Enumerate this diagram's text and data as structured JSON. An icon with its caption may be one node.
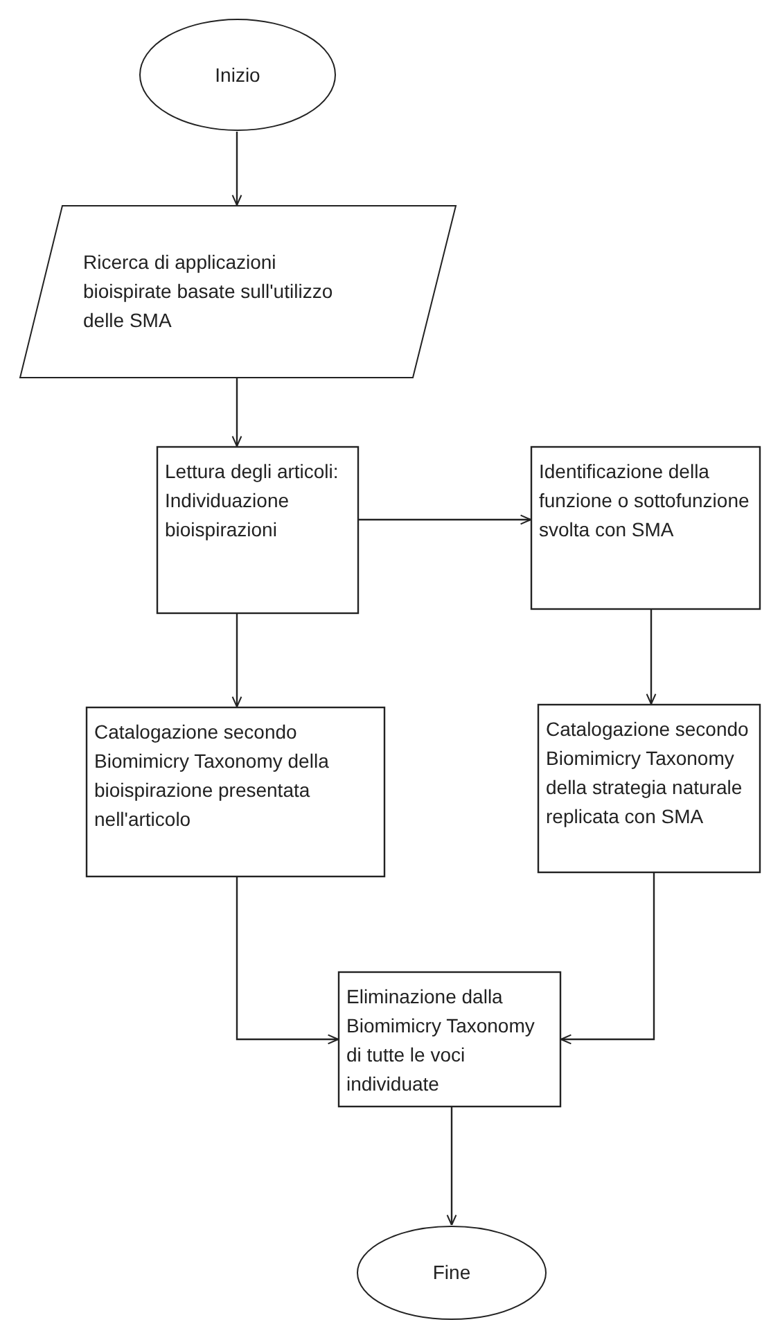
{
  "diagram": {
    "nodes": [
      {
        "text": [
          "Inizio"
        ]
      },
      {
        "text": [
          "Ricerca di applicazioni bioispirate basate sull'utilizzo delle SMA"
        ]
      },
      {
        "text": [
          "Lettura degli articoli: Individuazione bioispirazioni"
        ]
      },
      {
        "text": [
          "Identificazione della funzione o sottofunzione svolta con SMA"
        ]
      },
      {
        "text": [
          "Catalogazione secondo Biomimicry Taxonomy della bioispirazione presentata nell'articolo"
        ]
      },
      {
        "text": [
          "Catalogazione secondo Biomimicry Taxonomy della strategia naturale replicata con SMA"
        ]
      },
      {
        "text": [
          "Eliminazione dalla Biomimicry Taxonomy di tutte le voci individuate"
        ]
      },
      {
        "text": [
          "Fine"
        ]
      }
    ],
    "edges": [
      {
        "from": 0,
        "to": 1,
        "arrow": "to"
      },
      {
        "from": 1,
        "to": 2,
        "arrow": "to"
      },
      {
        "from": 2,
        "to": 3,
        "arrow": "to"
      },
      {
        "from": 2,
        "to": 4,
        "arrow": "to"
      },
      {
        "from": 3,
        "to": 5,
        "arrow": "to"
      },
      {
        "from": 4,
        "to": 6,
        "arrow": "to"
      },
      {
        "from": 5,
        "to": 6,
        "arrow": "to"
      },
      {
        "from": 6,
        "to": 7,
        "arrow": "to"
      }
    ]
  }
}
